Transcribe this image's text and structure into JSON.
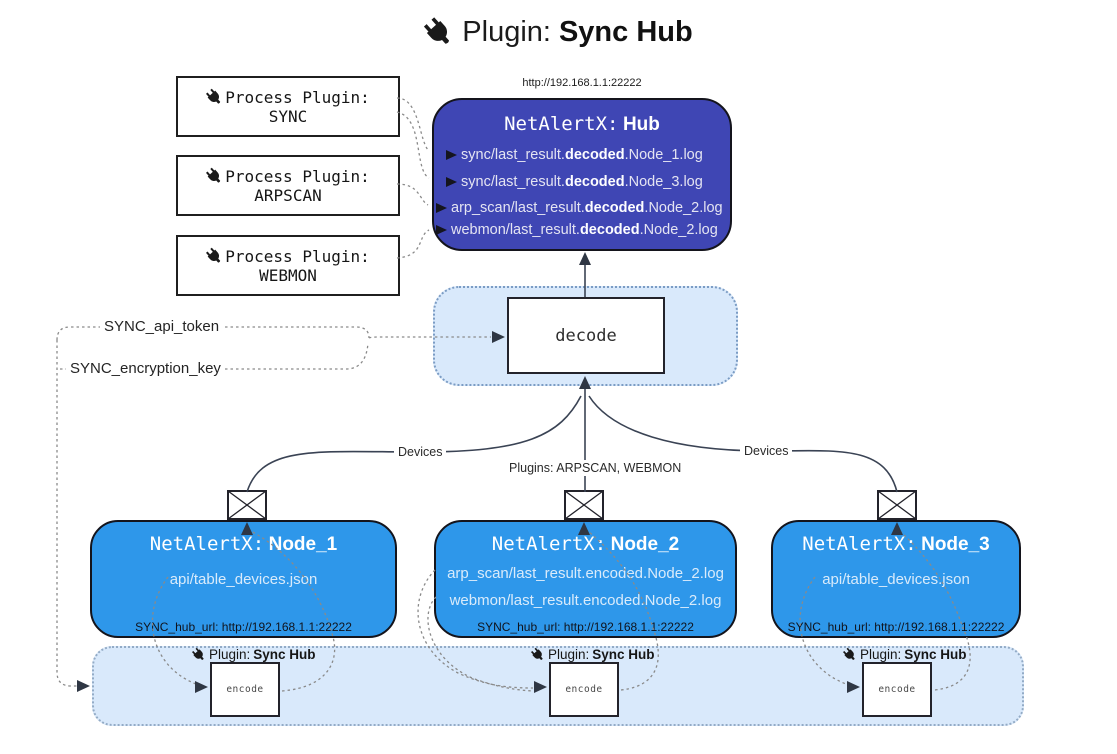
{
  "title": {
    "label": "Plugin:",
    "name": "Sync Hub"
  },
  "process_plugins": {
    "label": "Process Plugin:",
    "items": [
      {
        "name": "SYNC"
      },
      {
        "name": "ARPSCAN"
      },
      {
        "name": "WEBMON"
      }
    ]
  },
  "hub": {
    "url": "http://192.168.1.1:22222",
    "title_prefix": "NetAlertX:",
    "title_name": "Hub",
    "lines": [
      {
        "pre": "sync/last_result.",
        "bold": "decoded",
        "post": ".Node_1.log"
      },
      {
        "pre": "sync/last_result.",
        "bold": "decoded",
        "post": ".Node_3.log"
      },
      {
        "pre": "arp_scan/last_result.",
        "bold": "decoded",
        "post": ".Node_2.log"
      },
      {
        "pre": "webmon/last_result.",
        "bold": "decoded",
        "post": ".Node_2.log"
      }
    ]
  },
  "decode_stage": {
    "box_label": "decode"
  },
  "config": {
    "api_token_label": "SYNC_api_token",
    "encryption_key_label": "SYNC_encryption_key"
  },
  "edge_labels": {
    "devices_left": "Devices",
    "plugins_center": "Plugins: ARPSCAN, WEBMON",
    "devices_right": "Devices"
  },
  "nodes": [
    {
      "title_prefix": "NetAlertX:",
      "title_name": "Node_1",
      "line1": "api/table_devices.json",
      "hub_url": "SYNC_hub_url: http://192.168.1.1:22222"
    },
    {
      "title_prefix": "NetAlertX:",
      "title_name": "Node_2",
      "line1": "arp_scan/last_result.encoded.Node_2.log",
      "line2": "webmon/last_result.encoded.Node_2.log",
      "hub_url": "SYNC_hub_url: http://192.168.1.1:22222"
    },
    {
      "title_prefix": "NetAlertX:",
      "title_name": "Node_3",
      "line1": "api/table_devices.json",
      "hub_url": "SYNC_hub_url: http://192.168.1.1:22222"
    }
  ],
  "encode_stage": {
    "label_prefix": "Plugin:",
    "label_name": "Sync Hub",
    "box_label": "encode"
  },
  "colors": {
    "hub_bg": "#3f46b4",
    "node_bg": "#2e97ea",
    "band_bg": "#d9e9fb",
    "band_border": "#7b9cc4",
    "box_border": "#14141c",
    "wire_solid": "#3a4354",
    "wire_dotted": "#8a8a8a"
  }
}
